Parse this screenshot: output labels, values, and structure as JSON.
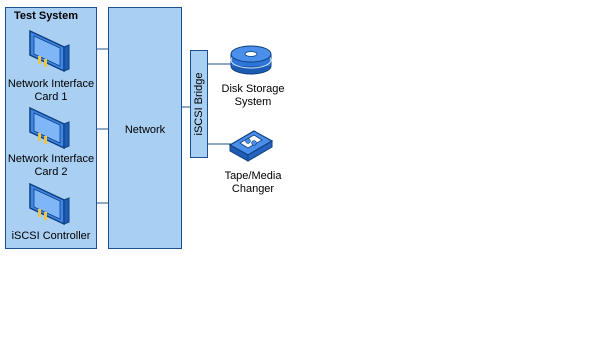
{
  "test_system": {
    "title": "Test System"
  },
  "cards": [
    {
      "label_line1": "Network Interface",
      "label_line2": "Card 1"
    },
    {
      "label_line1": "Network Interface",
      "label_line2": "Card 2"
    },
    {
      "label_line1": "iSCSI Controller",
      "label_line2": ""
    }
  ],
  "network": {
    "label": "Network"
  },
  "bridge": {
    "label": "iSCSI Bridge"
  },
  "disk": {
    "label_line1": "Disk Storage",
    "label_line2": "System"
  },
  "tape": {
    "label_line1": "Tape/Media",
    "label_line2": "Changer"
  },
  "colors": {
    "box_fill": "#a9cff3",
    "box_border": "#1b4f8f",
    "icon_blue": "#2e75d8"
  }
}
